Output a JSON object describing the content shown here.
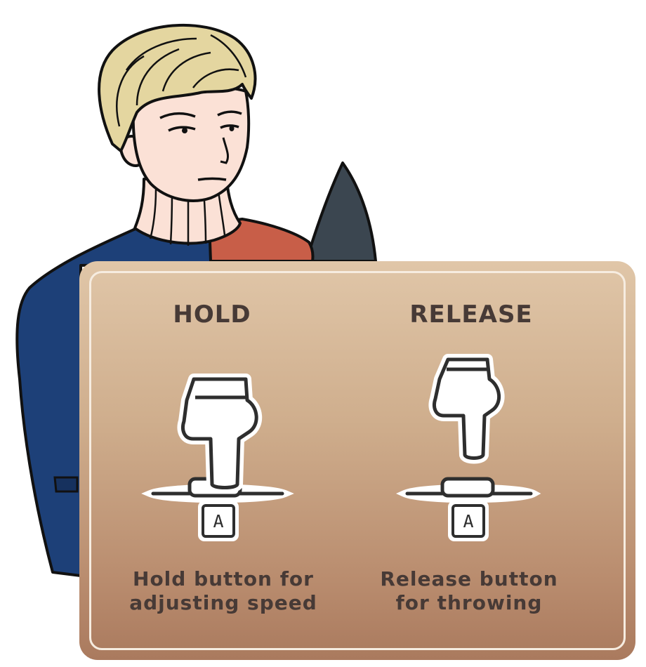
{
  "tutorial": {
    "hold": {
      "heading": "HOLD",
      "caption_line1": "Hold button for",
      "caption_line2": "adjusting speed",
      "key": "A"
    },
    "release": {
      "heading": "RELEASE",
      "caption_line1": "Release button",
      "caption_line2": "for throwing",
      "key": "A"
    }
  },
  "colors": {
    "panel_top": "#e0c6a8",
    "panel_bottom": "#aa7a5e",
    "text": "#473a36",
    "hair": "#e4d6a0",
    "skin": "#fbe1d6",
    "jacket_blue": "#1d4078",
    "jacket_red": "#c85e48",
    "dark_cloth": "#3b4650"
  },
  "icons": [
    "hand-pressing-icon",
    "hand-lifted-icon",
    "key-a-icon"
  ]
}
